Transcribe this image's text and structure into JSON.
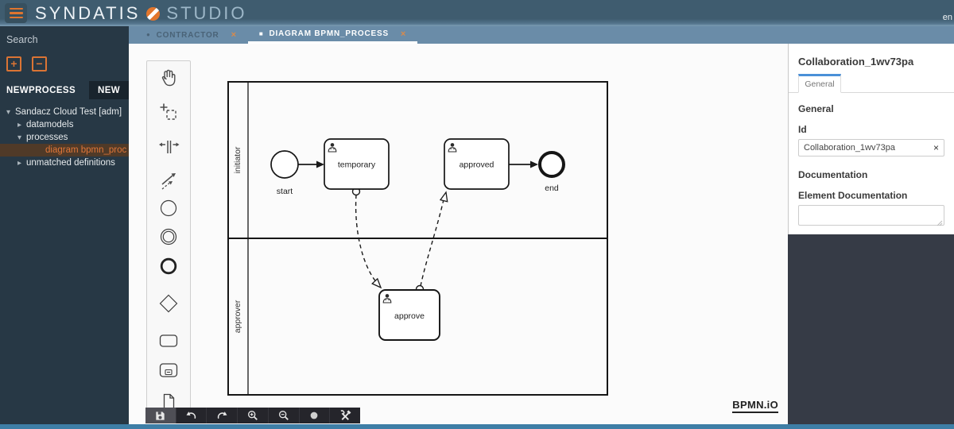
{
  "topbar": {
    "brand_primary": "SYNDATIS",
    "brand_secondary": "STUDIO",
    "language": "en"
  },
  "sidebar": {
    "search_placeholder": "Search",
    "expand_button": "+",
    "collapse_button": "−",
    "process_label": "NEWPROCESS",
    "new_button": "NEW",
    "tree": [
      {
        "caret": "▾",
        "label": "Sandacz Cloud Test [adm]",
        "level": 0,
        "selected": false
      },
      {
        "caret": "▸",
        "label": "datamodels",
        "level": 1,
        "selected": false
      },
      {
        "caret": "▾",
        "label": "processes",
        "level": 1,
        "selected": false
      },
      {
        "caret": "",
        "label": "diagram bpmn_proc",
        "level": 2,
        "selected": true
      },
      {
        "caret": "▸",
        "label": "unmatched definitions",
        "level": 1,
        "selected": false
      }
    ]
  },
  "tabs": [
    {
      "icon": "●",
      "label": "CONTRACTOR",
      "close": "×",
      "active": false
    },
    {
      "icon": "■",
      "label": "DIAGRAM BPMN_PROCESS",
      "close": "×",
      "active": true
    }
  ],
  "diagram": {
    "lanes": [
      "initiator",
      "approver"
    ],
    "start_event": "start",
    "end_event": "end",
    "task_temporary": "temporary",
    "task_approved": "approved",
    "task_approve": "approve",
    "watermark": "BPMN.iO",
    "palette_tools": [
      "hand-tool",
      "lasso-tool",
      "space-tool",
      "global-connect-tool",
      "create-start-event",
      "create-intermediate-event",
      "create-end-event",
      "create-gateway",
      "create-task",
      "create-subprocess",
      "create-data-object"
    ]
  },
  "bottom_toolbar": {
    "tools": [
      "save",
      "undo",
      "redo",
      "zoom-in",
      "zoom-out",
      "origin",
      "settings"
    ]
  },
  "properties_panel": {
    "title": "Collaboration_1wv73pa",
    "tab": "General",
    "section_general": "General",
    "id_label": "Id",
    "id_value": "Collaboration_1wv73pa",
    "clear_button": "×",
    "documentation_heading": "Documentation",
    "element_documentation_label": "Element Documentation",
    "element_documentation_value": ""
  },
  "colors": {
    "accent_orange": "#dd7435",
    "topbar_bg": "#3f5c6f",
    "sidebar_bg": "#273845",
    "tabbar_bg": "#6a8ca8",
    "selected_tree_bg": "#503a28",
    "selected_tree_text": "#e07638",
    "panel_tab_accent": "#4a90d8",
    "bottom_strip": "#3e7ea6",
    "toolbar_bg": "#25252b",
    "right_panel_dark": "#363b46"
  }
}
